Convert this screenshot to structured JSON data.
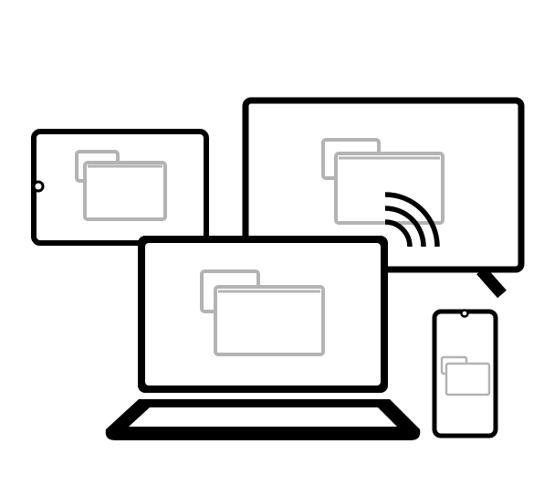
{
  "illustration": {
    "subject": "multi-device-file-sharing",
    "colors": {
      "device_outline": "#000000",
      "device_screen": "#ffffff",
      "folder_outline": "#b3b3b3",
      "folder_fill": "#ffffff",
      "cast_waves": "#000000"
    },
    "devices": [
      {
        "id": "tablet",
        "icon": "tablet-icon",
        "content_icon": "folder-icon"
      },
      {
        "id": "tv",
        "icon": "tv-icon",
        "content_icon": "folder-icon",
        "extra_icon": "cast-signal-icon"
      },
      {
        "id": "laptop",
        "icon": "laptop-icon",
        "content_icon": "folder-icon"
      },
      {
        "id": "phone",
        "icon": "phone-icon",
        "content_icon": "folder-icon"
      }
    ]
  }
}
